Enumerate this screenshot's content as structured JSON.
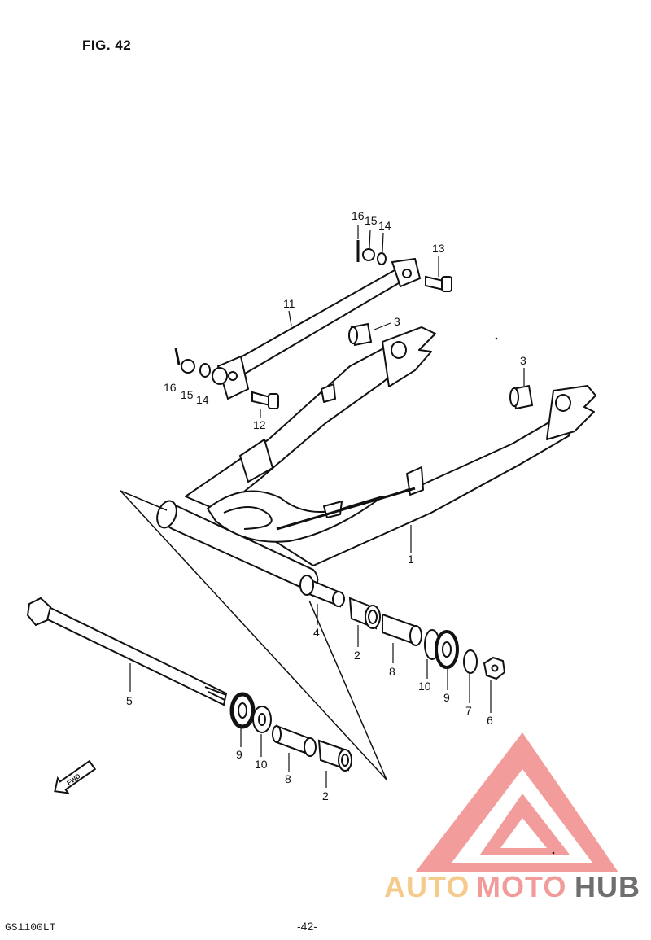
{
  "figure": {
    "title": "FIG. 42",
    "footer_model": "GS1100LT",
    "footer_page": "-42-"
  },
  "callouts": [
    {
      "id": "c16a",
      "label": "16"
    },
    {
      "id": "c15a",
      "label": "15"
    },
    {
      "id": "c14a",
      "label": "14"
    },
    {
      "id": "c13",
      "label": "13"
    },
    {
      "id": "c11",
      "label": "11"
    },
    {
      "id": "c3a",
      "label": "3"
    },
    {
      "id": "c3b",
      "label": "3"
    },
    {
      "id": "c16b",
      "label": "16"
    },
    {
      "id": "c15b",
      "label": "15"
    },
    {
      "id": "c14b",
      "label": "14"
    },
    {
      "id": "c12",
      "label": "12"
    },
    {
      "id": "c1",
      "label": "1"
    },
    {
      "id": "c4",
      "label": "4"
    },
    {
      "id": "c2a",
      "label": "2"
    },
    {
      "id": "c8a",
      "label": "8"
    },
    {
      "id": "c10a",
      "label": "10"
    },
    {
      "id": "c9a",
      "label": "9"
    },
    {
      "id": "c7",
      "label": "7"
    },
    {
      "id": "c6",
      "label": "6"
    },
    {
      "id": "c5",
      "label": "5"
    },
    {
      "id": "c9b",
      "label": "9"
    },
    {
      "id": "c10b",
      "label": "10"
    },
    {
      "id": "c8b",
      "label": "8"
    },
    {
      "id": "c2b",
      "label": "2"
    }
  ],
  "fwd_label": "FWD",
  "watermark": {
    "part1": "AUTO",
    "part2": "MOTO",
    "part3": "HUB",
    "color_primary": "#f08a8a",
    "color_secondary": "#f4c27a",
    "color_dark": "#555555"
  }
}
